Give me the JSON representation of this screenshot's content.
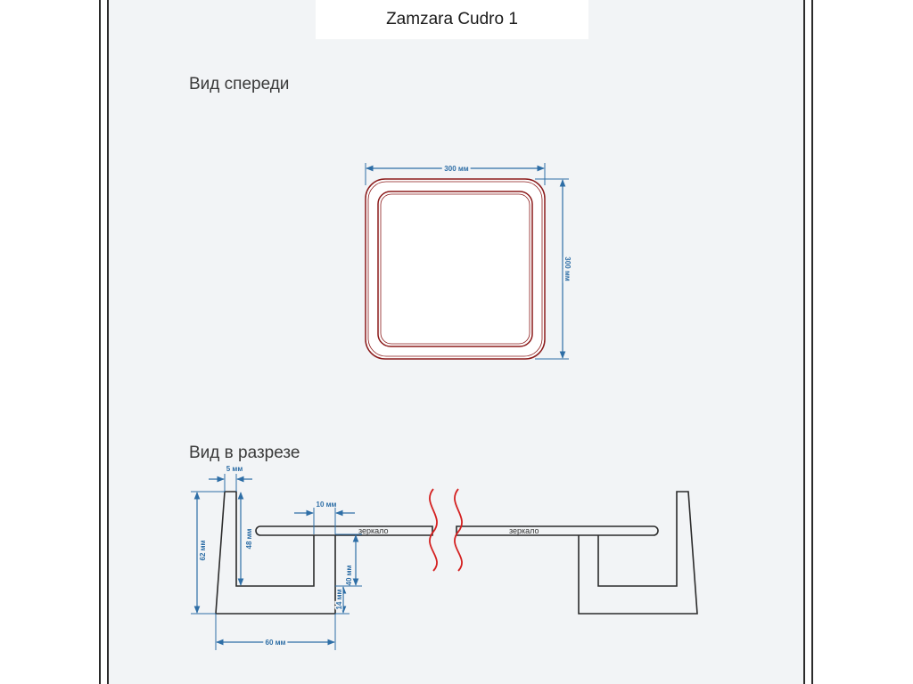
{
  "title": "Zamzara Cudro 1",
  "front_view": {
    "heading": "Вид спереди",
    "width_label": "300 мм",
    "height_label": "300 мм"
  },
  "section_view": {
    "heading": "Вид в разрезе",
    "dim_5": "5 мм",
    "dim_62": "62 мм",
    "dim_48": "48 мм",
    "dim_10": "10 мм",
    "dim_40": "40 мм",
    "dim_14": "14 мм",
    "dim_60": "60 мм",
    "mirror_left": "зеркало",
    "mirror_right": "зеркало"
  },
  "colors": {
    "background": "#f2f4f6",
    "dimension": "#2e6ea6",
    "frame_outline": "#8b1a1a",
    "break_mark": "#d42020",
    "profile": "#2b2b2b"
  }
}
